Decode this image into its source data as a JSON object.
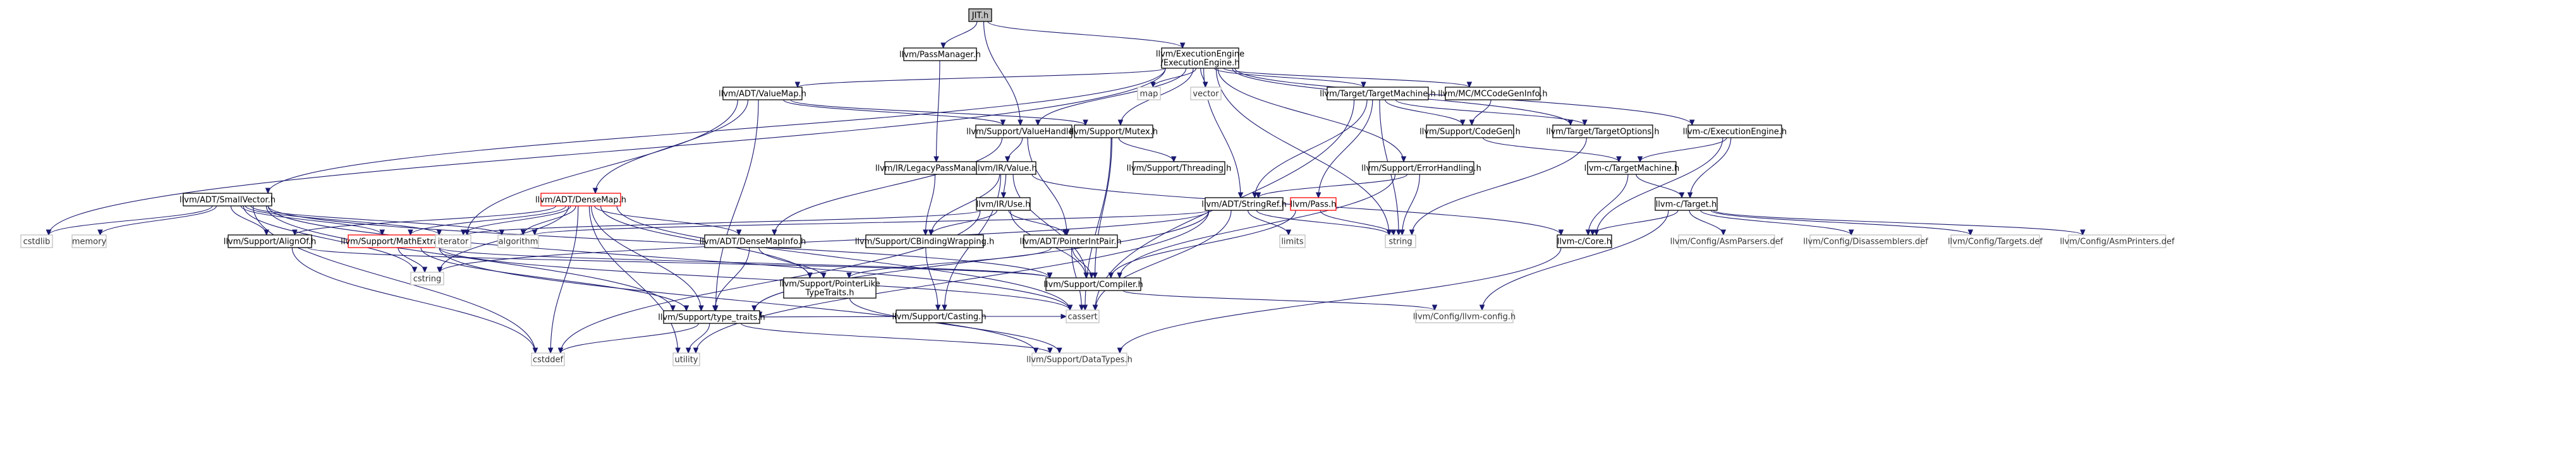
{
  "nodes": [
    {
      "id": "JITh",
      "lines": [
        "JIT.h"
      ],
      "style": "root",
      "interactable": false
    },
    {
      "id": "PassManager",
      "lines": [
        "llvm/PassManager.h"
      ],
      "style": "link",
      "interactable": true
    },
    {
      "id": "ExecEngine",
      "lines": [
        "llvm/ExecutionEngine",
        "/ExecutionEngine.h"
      ],
      "style": "link",
      "interactable": true
    },
    {
      "id": "SmallVector",
      "lines": [
        "llvm/ADT/SmallVector.h"
      ],
      "style": "link",
      "interactable": true
    },
    {
      "id": "ValueMap",
      "lines": [
        "llvm/ADT/ValueMap.h"
      ],
      "style": "link",
      "interactable": true
    },
    {
      "id": "map",
      "lines": [
        "map"
      ],
      "style": "ext",
      "interactable": false
    },
    {
      "id": "vector",
      "lines": [
        "vector"
      ],
      "style": "ext",
      "interactable": false
    },
    {
      "id": "TargetMachine",
      "lines": [
        "llvm/Target/TargetMachine.h"
      ],
      "style": "link",
      "interactable": true
    },
    {
      "id": "MCCodeGenInfo",
      "lines": [
        "llvm/MC/MCCodeGenInfo.h"
      ],
      "style": "link",
      "interactable": true
    },
    {
      "id": "ValueHandle",
      "lines": [
        "llvm/Support/ValueHandle.h"
      ],
      "style": "link",
      "interactable": true
    },
    {
      "id": "Mutex",
      "lines": [
        "llvm/Support/Mutex.h"
      ],
      "style": "link",
      "interactable": true
    },
    {
      "id": "CodeGen",
      "lines": [
        "llvm/Support/CodeGen.h"
      ],
      "style": "link",
      "interactable": true
    },
    {
      "id": "TargetOptions",
      "lines": [
        "llvm/Target/TargetOptions.h"
      ],
      "style": "link",
      "interactable": true
    },
    {
      "id": "cExecEngine",
      "lines": [
        "llvm-c/ExecutionEngine.h"
      ],
      "style": "link",
      "interactable": true
    },
    {
      "id": "LegacyPM",
      "lines": [
        "llvm/IR/LegacyPassManager.h"
      ],
      "style": "link",
      "interactable": true
    },
    {
      "id": "IRValue",
      "lines": [
        "llvm/IR/Value.h"
      ],
      "style": "link",
      "interactable": true
    },
    {
      "id": "Threading",
      "lines": [
        "llvm/Support/Threading.h"
      ],
      "style": "link",
      "interactable": true
    },
    {
      "id": "ErrorHandling",
      "lines": [
        "llvm/Support/ErrorHandling.h"
      ],
      "style": "link",
      "interactable": true
    },
    {
      "id": "cTargetMachine",
      "lines": [
        "llvm-c/TargetMachine.h"
      ],
      "style": "link",
      "interactable": true
    },
    {
      "id": "DenseMap",
      "lines": [
        "llvm/ADT/DenseMap.h"
      ],
      "style": "red",
      "interactable": true
    },
    {
      "id": "StringRef",
      "lines": [
        "llvm/ADT/StringRef.h"
      ],
      "style": "link",
      "interactable": true
    },
    {
      "id": "PassH",
      "lines": [
        "llvm/Pass.h"
      ],
      "style": "red",
      "interactable": true
    },
    {
      "id": "cTarget",
      "lines": [
        "llvm-c/Target.h"
      ],
      "style": "link",
      "interactable": true
    },
    {
      "id": "IRUse",
      "lines": [
        "llvm/IR/Use.h"
      ],
      "style": "link",
      "interactable": true
    },
    {
      "id": "cstdlib",
      "lines": [
        "cstdlib"
      ],
      "style": "ext",
      "interactable": false
    },
    {
      "id": "memory",
      "lines": [
        "memory"
      ],
      "style": "ext",
      "interactable": false
    },
    {
      "id": "AlignOf",
      "lines": [
        "llvm/Support/AlignOf.h"
      ],
      "style": "link",
      "interactable": true
    },
    {
      "id": "MathExtras",
      "lines": [
        "llvm/Support/MathExtras.h"
      ],
      "style": "red",
      "interactable": true
    },
    {
      "id": "iterator",
      "lines": [
        "iterator"
      ],
      "style": "ext",
      "interactable": false
    },
    {
      "id": "algorithm",
      "lines": [
        "algorithm"
      ],
      "style": "ext",
      "interactable": false
    },
    {
      "id": "DenseMapInfo",
      "lines": [
        "llvm/ADT/DenseMapInfo.h"
      ],
      "style": "link",
      "interactable": true
    },
    {
      "id": "CBindingWrapping",
      "lines": [
        "llvm/Support/CBindingWrapping.h"
      ],
      "style": "link",
      "interactable": true
    },
    {
      "id": "PointerIntPair",
      "lines": [
        "llvm/ADT/PointerIntPair.h"
      ],
      "style": "link",
      "interactable": true
    },
    {
      "id": "limits",
      "lines": [
        "limits"
      ],
      "style": "ext",
      "interactable": false
    },
    {
      "id": "string",
      "lines": [
        "string"
      ],
      "style": "ext",
      "interactable": false
    },
    {
      "id": "cCore",
      "lines": [
        "llvm-c/Core.h"
      ],
      "style": "link",
      "interactable": true
    },
    {
      "id": "AsmParsers",
      "lines": [
        "llvm/Config/AsmParsers.def"
      ],
      "style": "ext",
      "interactable": false
    },
    {
      "id": "Disassemblers",
      "lines": [
        "llvm/Config/Disassemblers.def"
      ],
      "style": "ext",
      "interactable": false
    },
    {
      "id": "TargetsDef",
      "lines": [
        "llvm/Config/Targets.def"
      ],
      "style": "ext",
      "interactable": false
    },
    {
      "id": "AsmPrinters",
      "lines": [
        "llvm/Config/AsmPrinters.def"
      ],
      "style": "ext",
      "interactable": false
    },
    {
      "id": "cstring",
      "lines": [
        "cstring"
      ],
      "style": "ext",
      "interactable": false
    },
    {
      "id": "PointerLikeTT",
      "lines": [
        "llvm/Support/PointerLike",
        "TypeTraits.h"
      ],
      "style": "link",
      "interactable": true
    },
    {
      "id": "Compiler",
      "lines": [
        "llvm/Support/Compiler.h"
      ],
      "style": "link",
      "interactable": true
    },
    {
      "id": "Casting",
      "lines": [
        "llvm/Support/Casting.h"
      ],
      "style": "link",
      "interactable": true
    },
    {
      "id": "cassert",
      "lines": [
        "cassert"
      ],
      "style": "ext",
      "interactable": false
    },
    {
      "id": "llvmConfig",
      "lines": [
        "llvm/Config/llvm-config.h"
      ],
      "style": "ext",
      "interactable": false
    },
    {
      "id": "TypeTraits",
      "lines": [
        "llvm/Support/type_traits.h"
      ],
      "style": "link",
      "interactable": true
    },
    {
      "id": "cstddef",
      "lines": [
        "cstddef"
      ],
      "style": "ext",
      "interactable": false
    },
    {
      "id": "utility",
      "lines": [
        "utility"
      ],
      "style": "ext",
      "interactable": false
    },
    {
      "id": "DataTypes",
      "lines": [
        "llvm/Support/DataTypes.h"
      ],
      "style": "ext",
      "interactable": false
    }
  ],
  "edges": [
    [
      "JITh",
      "PassManager"
    ],
    [
      "JITh",
      "ExecEngine"
    ],
    [
      "JITh",
      "ValueHandle"
    ],
    [
      "PassManager",
      "LegacyPM"
    ],
    [
      "ExecEngine",
      "SmallVector"
    ],
    [
      "ExecEngine",
      "ValueMap"
    ],
    [
      "ExecEngine",
      "map"
    ],
    [
      "ExecEngine",
      "vector"
    ],
    [
      "ExecEngine",
      "TargetMachine"
    ],
    [
      "ExecEngine",
      "MCCodeGenInfo"
    ],
    [
      "ExecEngine",
      "ValueHandle"
    ],
    [
      "ExecEngine",
      "Mutex"
    ],
    [
      "ExecEngine",
      "TargetOptions"
    ],
    [
      "ExecEngine",
      "cExecEngine"
    ],
    [
      "ExecEngine",
      "StringRef"
    ],
    [
      "ExecEngine",
      "ErrorHandling"
    ],
    [
      "ExecEngine",
      "string"
    ],
    [
      "ExecEngine",
      "cstdlib"
    ],
    [
      "ValueMap",
      "DenseMap"
    ],
    [
      "ValueMap",
      "ValueHandle"
    ],
    [
      "ValueMap",
      "Mutex"
    ],
    [
      "ValueMap",
      "TypeTraits"
    ],
    [
      "ValueMap",
      "iterator"
    ],
    [
      "TargetMachine",
      "CodeGen"
    ],
    [
      "TargetMachine",
      "TargetOptions"
    ],
    [
      "TargetMachine",
      "PassH"
    ],
    [
      "TargetMachine",
      "StringRef"
    ],
    [
      "TargetMachine",
      "string"
    ],
    [
      "TargetMachine",
      "cassert"
    ],
    [
      "MCCodeGenInfo",
      "CodeGen"
    ],
    [
      "ValueHandle",
      "IRValue"
    ],
    [
      "ValueHandle",
      "DenseMapInfo"
    ],
    [
      "ValueHandle",
      "PointerIntPair"
    ],
    [
      "Mutex",
      "Threading"
    ],
    [
      "Mutex",
      "Compiler"
    ],
    [
      "Mutex",
      "cassert"
    ],
    [
      "CodeGen",
      "cTargetMachine"
    ],
    [
      "TargetOptions",
      "string"
    ],
    [
      "cExecEngine",
      "cTargetMachine"
    ],
    [
      "cExecEngine",
      "cTarget"
    ],
    [
      "cExecEngine",
      "cCore"
    ],
    [
      "LegacyPM",
      "CBindingWrapping"
    ],
    [
      "IRValue",
      "IRUse"
    ],
    [
      "IRValue",
      "CBindingWrapping"
    ],
    [
      "IRValue",
      "Compiler"
    ],
    [
      "IRValue",
      "cCore"
    ],
    [
      "IRValue",
      "Casting"
    ],
    [
      "ErrorHandling",
      "StringRef"
    ],
    [
      "ErrorHandling",
      "Compiler"
    ],
    [
      "ErrorHandling",
      "string"
    ],
    [
      "cTargetMachine",
      "cTarget"
    ],
    [
      "cTargetMachine",
      "cCore"
    ],
    [
      "DenseMap",
      "AlignOf"
    ],
    [
      "DenseMap",
      "MathExtras"
    ],
    [
      "DenseMap",
      "DenseMapInfo"
    ],
    [
      "DenseMap",
      "iterator"
    ],
    [
      "DenseMap",
      "algorithm"
    ],
    [
      "DenseMap",
      "TypeTraits"
    ],
    [
      "DenseMap",
      "PointerLikeTT"
    ],
    [
      "DenseMap",
      "cassert"
    ],
    [
      "DenseMap",
      "cstddef"
    ],
    [
      "DenseMap",
      "cstring"
    ],
    [
      "DenseMap",
      "utility"
    ],
    [
      "StringRef",
      "algorithm"
    ],
    [
      "StringRef",
      "limits"
    ],
    [
      "StringRef",
      "string"
    ],
    [
      "StringRef",
      "cstring"
    ],
    [
      "StringRef",
      "cassert"
    ],
    [
      "StringRef",
      "utility"
    ],
    [
      "StringRef",
      "TypeTraits"
    ],
    [
      "PassH",
      "string"
    ],
    [
      "PassH",
      "Compiler"
    ],
    [
      "cTarget",
      "cCore"
    ],
    [
      "cTarget",
      "AsmParsers"
    ],
    [
      "cTarget",
      "Disassemblers"
    ],
    [
      "cTarget",
      "TargetsDef"
    ],
    [
      "cTarget",
      "AsmPrinters"
    ],
    [
      "cTarget",
      "llvmConfig"
    ],
    [
      "IRUse",
      "PointerIntPair"
    ],
    [
      "IRUse",
      "CBindingWrapping"
    ],
    [
      "IRUse",
      "Compiler"
    ],
    [
      "IRUse",
      "cstddef"
    ],
    [
      "IRUse",
      "iterator"
    ],
    [
      "SmallVector",
      "AlignOf"
    ],
    [
      "SmallVector",
      "MathExtras"
    ],
    [
      "SmallVector",
      "Compiler"
    ],
    [
      "SmallVector",
      "TypeTraits"
    ],
    [
      "SmallVector",
      "algorithm"
    ],
    [
      "SmallVector",
      "cassert"
    ],
    [
      "SmallVector",
      "cstddef"
    ],
    [
      "SmallVector",
      "cstdlib"
    ],
    [
      "SmallVector",
      "cstring"
    ],
    [
      "SmallVector",
      "iterator"
    ],
    [
      "SmallVector",
      "memory"
    ],
    [
      "AlignOf",
      "Compiler"
    ],
    [
      "AlignOf",
      "cstddef"
    ],
    [
      "MathExtras",
      "Compiler"
    ],
    [
      "MathExtras",
      "DataTypes"
    ],
    [
      "MathExtras",
      "TypeTraits"
    ],
    [
      "MathExtras",
      "cassert"
    ],
    [
      "MathExtras",
      "cstring"
    ],
    [
      "DenseMapInfo",
      "PointerLikeTT"
    ],
    [
      "DenseMapInfo",
      "TypeTraits"
    ],
    [
      "CBindingWrapping",
      "Casting"
    ],
    [
      "PointerIntPair",
      "PointerLikeTT"
    ],
    [
      "PointerIntPair",
      "Compiler"
    ],
    [
      "PointerIntPair",
      "cassert"
    ],
    [
      "cCore",
      "DataTypes"
    ],
    [
      "PointerLikeTT",
      "DataTypes"
    ],
    [
      "Compiler",
      "llvmConfig"
    ],
    [
      "Casting",
      "TypeTraits"
    ],
    [
      "Casting",
      "cassert"
    ],
    [
      "TypeTraits",
      "DataTypes"
    ],
    [
      "TypeTraits",
      "utility"
    ],
    [
      "TypeTraits",
      "cstddef"
    ]
  ],
  "colors": {
    "edge": "#191970",
    "root_fill": "#bfbfbf",
    "node_border": "#000000",
    "ext_border": "#bfbfbf",
    "red_border": "#ff0000"
  }
}
